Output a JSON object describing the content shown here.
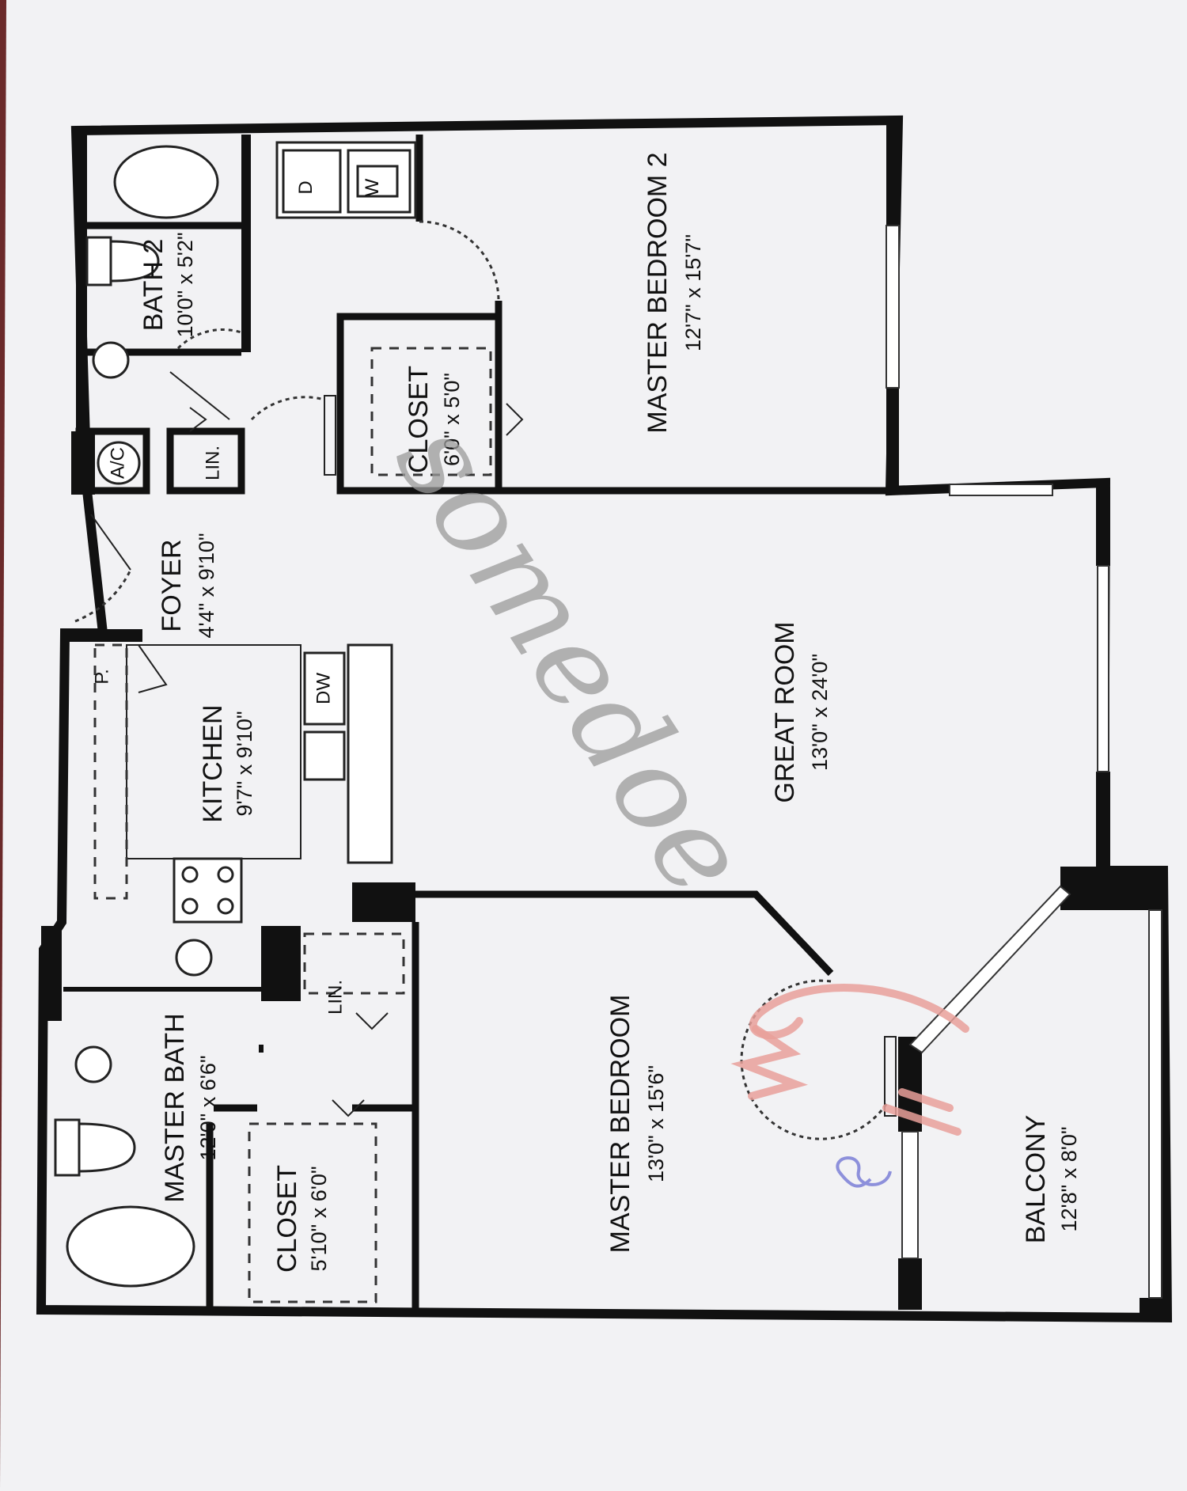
{
  "rooms": {
    "bath2": {
      "name": "BATH 2",
      "dims": "10'0\" x 5'2\""
    },
    "master_bedroom2": {
      "name": "MASTER BEDROOM 2",
      "dims": "12'7\" x 15'7\""
    },
    "closet_bed2": {
      "name": "CLOSET",
      "dims": "6'0\" x 5'0\""
    },
    "foyer": {
      "name": "FOYER",
      "dims": "4'4\" x 9'10\""
    },
    "kitchen": {
      "name": "KITCHEN",
      "dims": "9'7\" x 9'10\""
    },
    "great_room": {
      "name": "GREAT ROOM",
      "dims": "13'0\" x 24'0\""
    },
    "master_bath": {
      "name": "MASTER BATH",
      "dims": "12'0\" x 6'6\""
    },
    "closet_master": {
      "name": "CLOSET",
      "dims": "5'10\" x 6'0\""
    },
    "master_bedroom": {
      "name": "MASTER BEDROOM",
      "dims": "13'0\" x 15'6\""
    },
    "balcony": {
      "name": "BALCONY",
      "dims": "12'8\" x 8'0\""
    }
  },
  "fixtures": {
    "ac": "A/C",
    "linen_top": "LIN.",
    "linen_master": "LIN.",
    "dryer": "D",
    "washer": "W",
    "pantry": "P.",
    "dishwasher": "DW"
  },
  "watermark": {
    "text": "somedoe"
  },
  "colors": {
    "wall": "#111111",
    "paper": "#f2f2f4",
    "watermark": "#9a9a9a",
    "signature": "#e9a09a",
    "signature_blue": "#7b7fd6"
  }
}
